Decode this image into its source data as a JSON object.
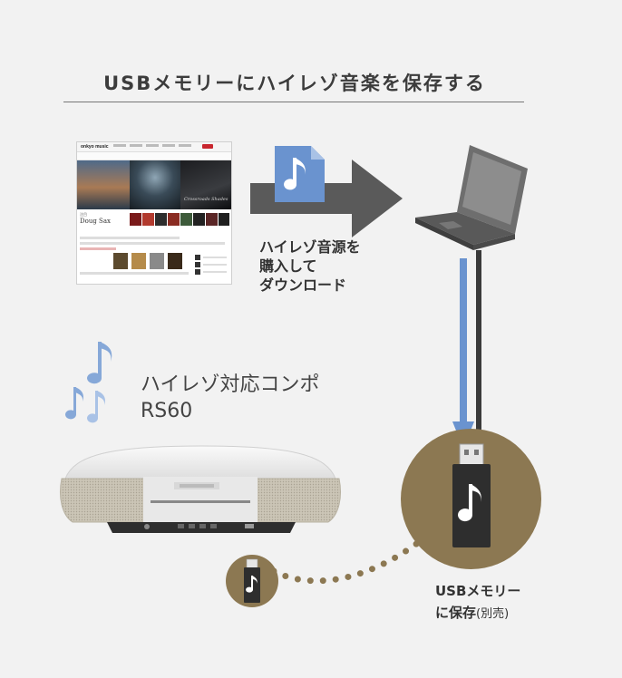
{
  "header": {
    "title": "USBメモリーにハイレゾ音楽を保存する"
  },
  "website_screenshot": {
    "logo": "onkyo music",
    "hero_caption": "Crossroads Shades",
    "featured_subtitle": "注目",
    "featured_title": "Doug Sax"
  },
  "download_step": {
    "caption_lines": [
      "ハイレゾ音源を",
      "購入して",
      "ダウンロード"
    ]
  },
  "product": {
    "name_line1": "ハイレゾ対応コンポ",
    "name_line2": "RS60"
  },
  "usb_step": {
    "caption_line1": "USBメモリー",
    "caption_line2": "に保存",
    "caption_note": "(別売)"
  },
  "colors": {
    "accent_blue": "#6a93cf",
    "usb_circle": "#8c7852",
    "arrow_gray": "#5a5a5a",
    "laptop_dark": "#555555"
  },
  "icons": [
    "music-file-icon",
    "laptop-icon",
    "usb-memory-icon",
    "music-notes-icon"
  ]
}
